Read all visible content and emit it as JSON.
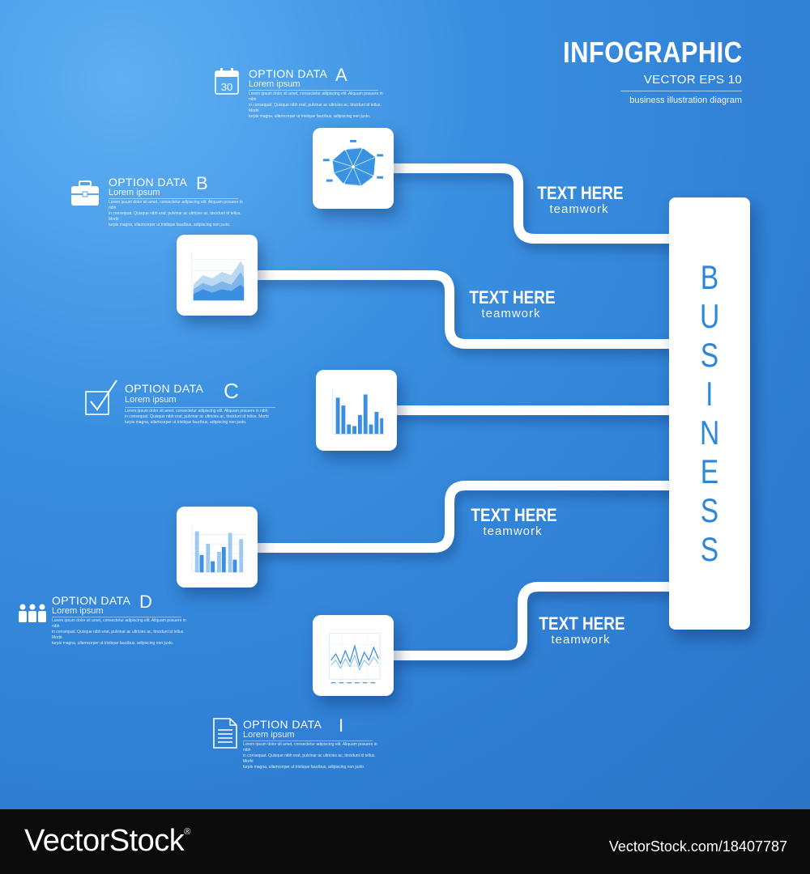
{
  "header": {
    "title": "INFOGRAPHIC",
    "subtitle": "VECTOR EPS 10",
    "description": "business illustration diagram"
  },
  "central_bar": {
    "letters": [
      "B",
      "U",
      "S",
      "I",
      "N",
      "E",
      "S",
      "S"
    ]
  },
  "branches": [
    {
      "icon": "network-map-icon",
      "heading": "TEXT HERE",
      "caption": "teamwork"
    },
    {
      "icon": "area-chart-icon",
      "heading": "TEXT HERE",
      "caption": "teamwork"
    },
    {
      "icon": "bar-chart-icon",
      "heading": "",
      "caption": ""
    },
    {
      "icon": "column-chart-icon",
      "heading": "TEXT HERE",
      "caption": "teamwork"
    },
    {
      "icon": "line-chart-icon",
      "heading": "TEXT HERE",
      "caption": "teamwork"
    }
  ],
  "options": [
    {
      "icon": "calendar-icon",
      "icon_text": "30",
      "title": "OPTION DATA",
      "letter": "A",
      "subtitle": "Lorem ipsum",
      "body": [
        "Lorem ipsum dolor sit amet, consectetur adipiscing elit. Aliquam posuere in nibh",
        "in consequat. Quisque nibh erat, pulvinar ac ultricies ac, tincidunt id tellus. Morbi",
        "turpis magna, ullamcorper ut tristique faucibus, adipiscing non justo."
      ]
    },
    {
      "icon": "briefcase-icon",
      "title": "OPTION DATA",
      "letter": "B",
      "subtitle": "Lorem ipsum",
      "body": [
        "Lorem ipsum dolor sit amet, consectetur adipiscing elit. Aliquam posuere in nibh",
        "in consequat. Quisque nibh erat, pulvinar ac ultricies ac, tincidunt id tellus. Morbi",
        "turpis magna, ullamcorper ut tristique faucibus, adipiscing non justo."
      ]
    },
    {
      "icon": "checkbox-icon",
      "title": "OPTION DATA",
      "letter": "C",
      "subtitle": "Lorem ipsum",
      "body": [
        "Lorem ipsum dolor sit amet, consectetur adipiscing elit. Aliquam posuere in nibh",
        "in consequat. Quisque nibh erat, pulvinar ac ultricies ac, tincidunt id tellus. Morbi",
        "turpis magna, ullamcorper ut tristique faucibus, adipiscing non justo."
      ]
    },
    {
      "icon": "people-icon",
      "title": "OPTION DATA",
      "letter": "D",
      "subtitle": "Lorem ipsum",
      "body": [
        "Lorem ipsum dolor sit amet, consectetur adipiscing elit. Aliquam posuere in nibh",
        "in consequat. Quisque nibh erat, pulvinar ac ultricies ac, tincidunt id tellus. Morbi",
        "turpis magna, ullamcorper ut tristique faucibus, adipiscing non justo."
      ]
    },
    {
      "icon": "document-icon",
      "title": "OPTION DATA",
      "letter": "I",
      "subtitle": "Lorem ipsum",
      "body": [
        "Lorem ipsum dolor sit amet, consectetur adipiscing elit. Aliquam posuere in nibh",
        "in consequat. Quisque nibh erat, pulvinar ac ultricies ac, tincidunt id tellus. Morbi",
        "turpis magna, ullamcorper ut tristique faucibus, adipiscing non justo."
      ]
    }
  ],
  "colors": {
    "background": "#3a8fe0",
    "accent_text": "#2e86d6",
    "panel": "#ffffff"
  },
  "watermark": {
    "brand": "VectorStock",
    "registered": "®",
    "url": "VectorStock.com/18407787"
  }
}
